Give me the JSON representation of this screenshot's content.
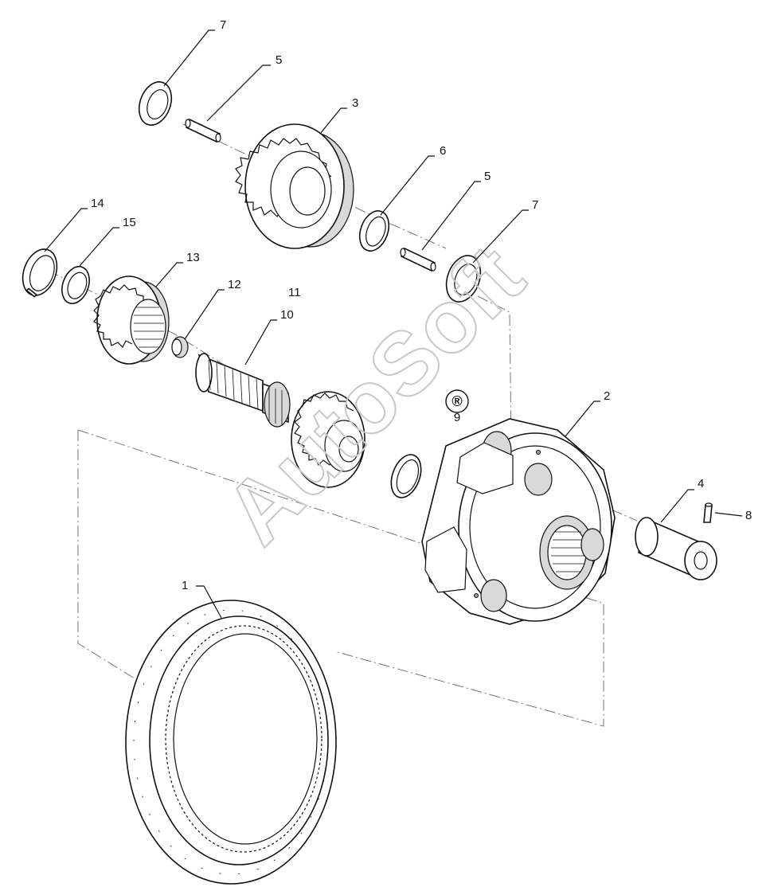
{
  "watermark": {
    "text": "AutoSoft",
    "mark": "®"
  },
  "callouts": [
    {
      "id": "c1",
      "label": "1"
    },
    {
      "id": "c2",
      "label": "2"
    },
    {
      "id": "c3",
      "label": "3"
    },
    {
      "id": "c4",
      "label": "4"
    },
    {
      "id": "c5a",
      "label": "5"
    },
    {
      "id": "c5b",
      "label": "5"
    },
    {
      "id": "c6",
      "label": "6"
    },
    {
      "id": "c7a",
      "label": "7"
    },
    {
      "id": "c7b",
      "label": "7"
    },
    {
      "id": "c8",
      "label": "8"
    },
    {
      "id": "c9",
      "label": "9"
    },
    {
      "id": "c10",
      "label": "10"
    },
    {
      "id": "c11",
      "label": "11"
    },
    {
      "id": "c12",
      "label": "12"
    },
    {
      "id": "c13",
      "label": "13"
    },
    {
      "id": "c14",
      "label": "14"
    },
    {
      "id": "c15",
      "label": "15"
    }
  ]
}
